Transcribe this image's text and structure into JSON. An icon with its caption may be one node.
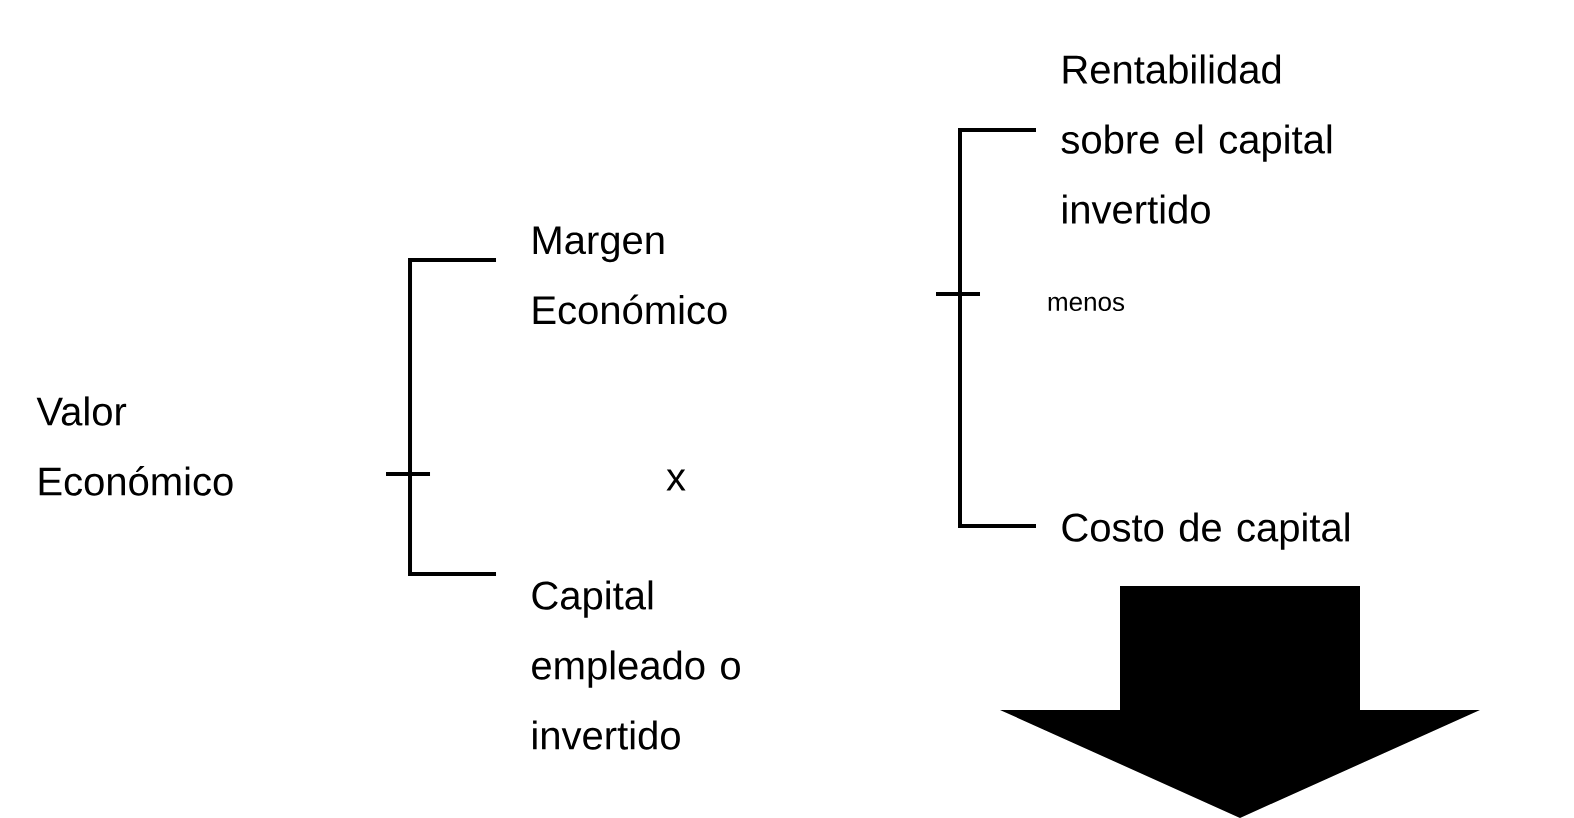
{
  "diagram": {
    "nodes": [
      {
        "text": [
          "Valor Económico"
        ]
      },
      {
        "text": [
          "Margen Económico"
        ]
      },
      {
        "text": [
          "Capital empleado o invertido"
        ]
      },
      {
        "text": [
          "Rentabilidad sobre el capital invertido"
        ]
      },
      {
        "text": [
          "Costo de capital"
        ]
      }
    ],
    "labels": [
      "x",
      "menos"
    ]
  }
}
